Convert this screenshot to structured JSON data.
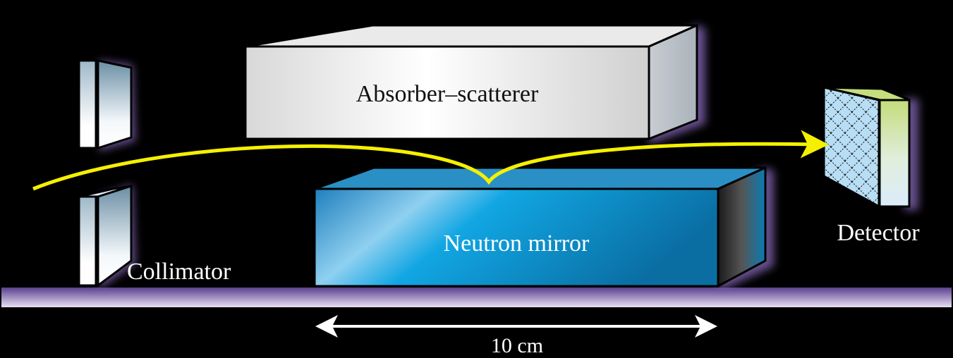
{
  "labels": {
    "absorber": "Absorber–scatterer",
    "mirror": "Neutron mirror",
    "collimator": "Collimator",
    "detector": "Detector",
    "scale": "10 cm"
  },
  "colors": {
    "background": "#000000",
    "trajectory": "#f5f000",
    "mirror": "#1a9ad6",
    "absorber": "#e6e6e6",
    "floor": "#6a4f9a",
    "detector_face": "#b8def5",
    "detector_side": "#c6dd7e"
  }
}
